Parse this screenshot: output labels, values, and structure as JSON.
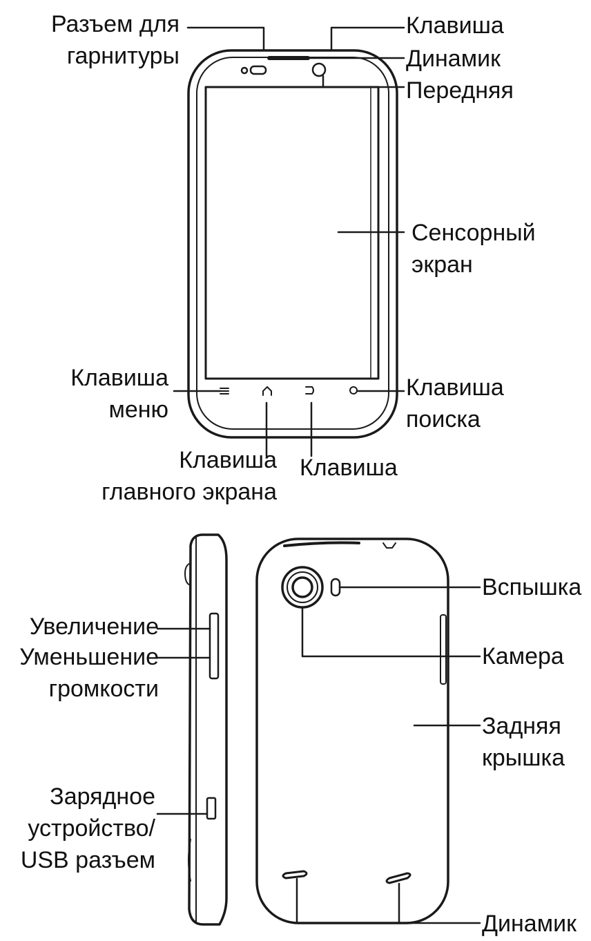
{
  "colors": {
    "ink": "#1a1a1a",
    "background": "#ffffff"
  },
  "front": {
    "headset_jack": [
      "Разъем для",
      "гарнитуры"
    ],
    "key_top": "Клавиша",
    "speaker": "Динамик",
    "front_camera": "Передняя",
    "touchscreen": [
      "Сенсорный",
      "экран"
    ],
    "menu_key": [
      "Клавиша",
      "меню"
    ],
    "search_key": [
      "Клавиша",
      "поиска"
    ],
    "home_key": [
      "Клавиша",
      "главного экрана"
    ],
    "back_key": "Клавиша"
  },
  "side": {
    "volume_up": "Увеличение",
    "volume_down": [
      "Уменьшение",
      "громкости"
    ],
    "charger_usb": [
      "Зарядное",
      "устройство/",
      "USB разъем"
    ]
  },
  "back": {
    "flash": "Вспышка",
    "camera": "Камера",
    "back_cover": [
      "Задняя",
      "крышка"
    ],
    "speaker": "Динамик"
  }
}
